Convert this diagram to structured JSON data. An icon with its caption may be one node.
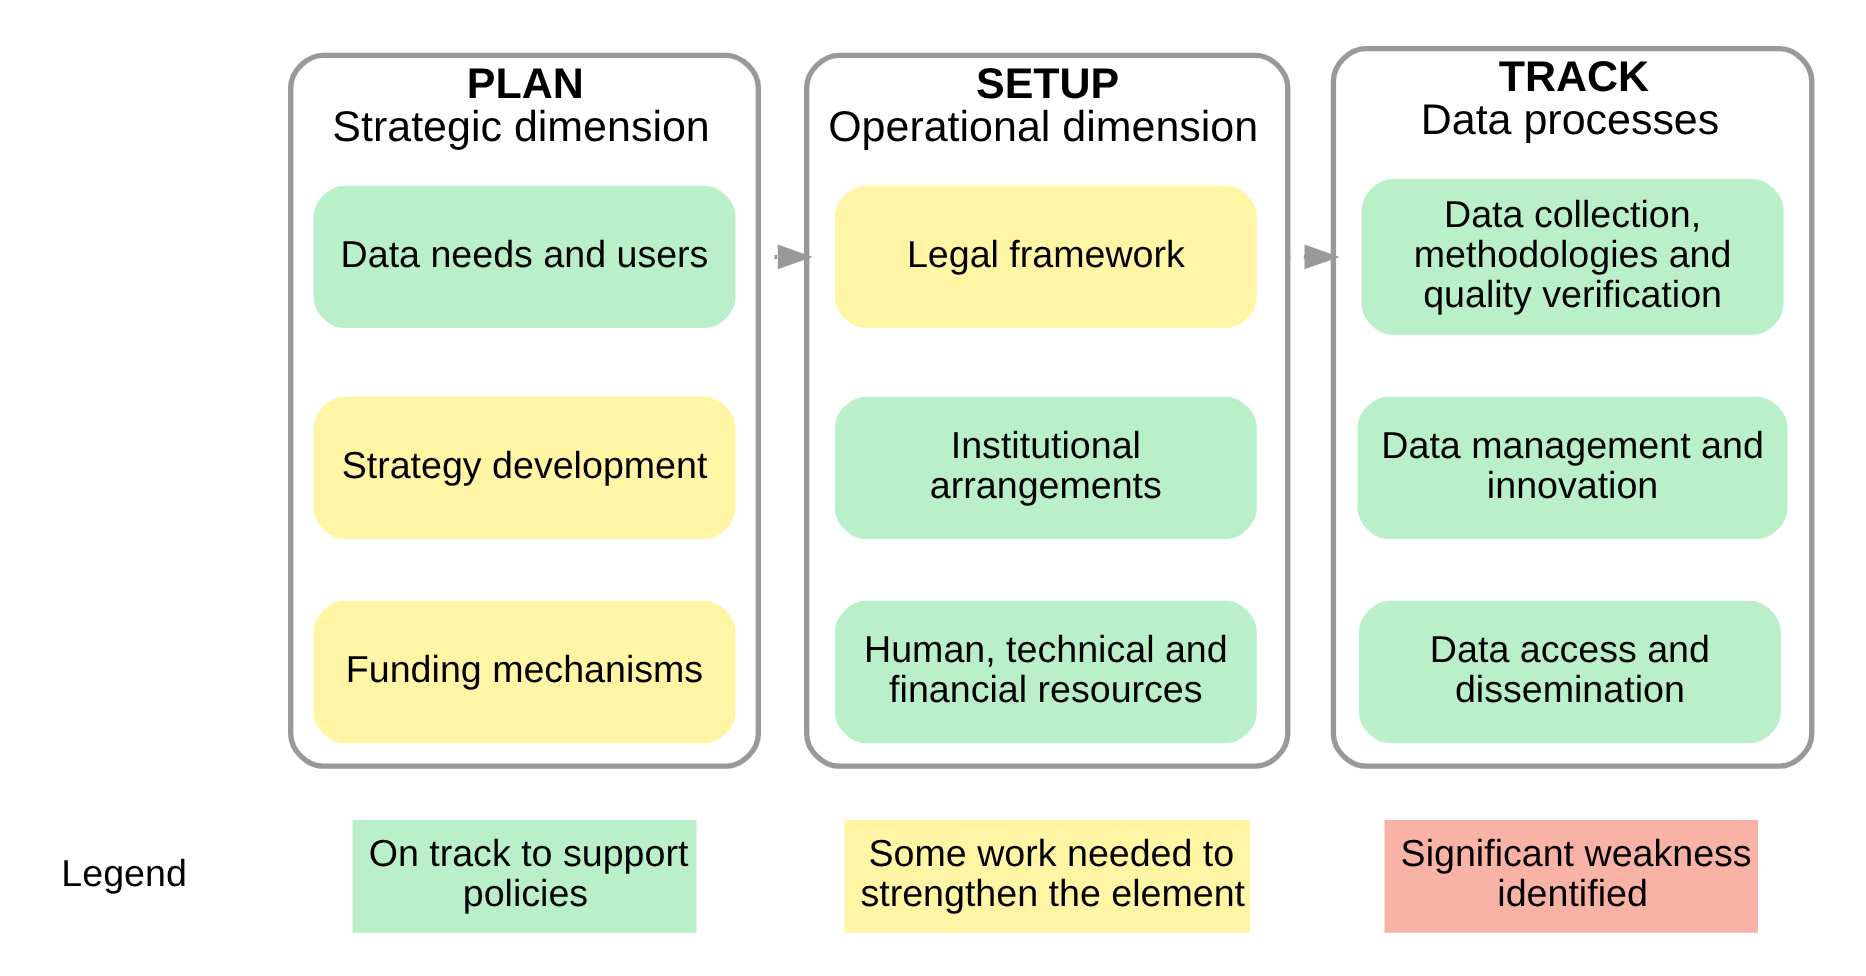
{
  "diagram": {
    "nodes": [
      {
        "text": [
          "PLAN",
          "Strategic dimension"
        ]
      },
      {
        "text": [
          "Data needs and users"
        ],
        "in": 0
      },
      {
        "text": [
          "Strategy development"
        ],
        "in": 0
      },
      {
        "text": [
          "Funding mechanisms"
        ],
        "in": 0
      },
      {
        "text": [
          "SETUP",
          "Operational dimension"
        ]
      },
      {
        "text": [
          "Legal framework"
        ],
        "in": 4
      },
      {
        "text": [
          "Institutional arrangements"
        ],
        "in": 4
      },
      {
        "text": [
          "Human, technical and financial resources"
        ],
        "in": 4
      },
      {
        "text": [
          "TRACK",
          "Data processes"
        ]
      },
      {
        "text": [
          "Data collection, methodologies and quality verification"
        ],
        "in": 8
      },
      {
        "text": [
          "Data management and innovation"
        ],
        "in": 8
      },
      {
        "text": [
          "Data access and dissemination"
        ],
        "in": 8
      }
    ],
    "edges": [
      {
        "from": 0,
        "to": 4,
        "arrow": "to",
        "style": "dashed"
      },
      {
        "from": 4,
        "to": 8,
        "arrow": "to",
        "style": "dashed"
      }
    ],
    "labels": [
      "Legend"
    ],
    "legend": [
      {
        "text": "On track to support policies",
        "color": "#b9f0c9"
      },
      {
        "text": "Some work needed to strengthen the element",
        "color": "#fff5a5"
      },
      {
        "text": "Significant weakness identified",
        "color": "#f8b2a6"
      }
    ]
  }
}
